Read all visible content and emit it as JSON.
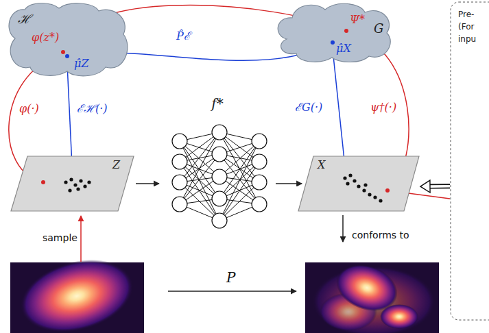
{
  "diagram": {
    "nodes": [
      {
        "text": [
          "ℋ",
          "φ(z*)",
          "μ̂Z"
        ]
      },
      {
        "text": [
          "G",
          "Ψ*",
          "μ̂X"
        ]
      },
      {
        "text": [
          "Z"
        ]
      },
      {
        "text": [
          "f*"
        ]
      },
      {
        "text": [
          "X"
        ]
      },
      {
        "text": [
          "Pre- (For inpu"
        ]
      }
    ],
    "edges": [
      {
        "from": 2,
        "to": 0,
        "arrow": "to",
        "label": "φ(·)"
      },
      {
        "from": 2,
        "to": 0,
        "arrow": "to",
        "label": "ℰℋ(·)"
      },
      {
        "from": 0,
        "to": 1,
        "arrow": "to",
        "label": "P̂ℰ"
      },
      {
        "from": 0,
        "to": 1,
        "arrow": "to"
      },
      {
        "from": 4,
        "to": 1,
        "arrow": "to",
        "label": "ℰG(·)"
      },
      {
        "from": 1,
        "to": 4,
        "arrow": "to",
        "label": "ψ†(·)"
      },
      {
        "from": 2,
        "to": 3,
        "arrow": "to"
      },
      {
        "from": 3,
        "to": 4,
        "arrow": "to"
      },
      {
        "from": 5,
        "to": 4,
        "arrow": "to"
      },
      {
        "from": 5,
        "to": 4,
        "arrow": "none"
      }
    ],
    "labels": [
      "sample",
      "conforms to",
      "P"
    ]
  }
}
